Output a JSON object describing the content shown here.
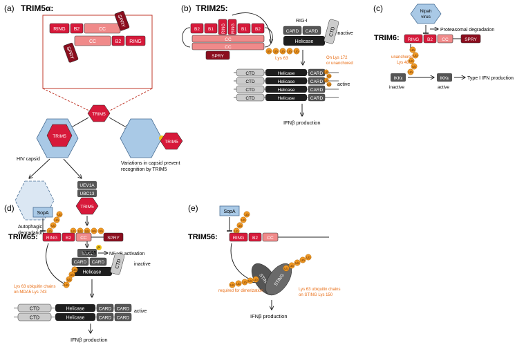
{
  "panels": {
    "a": {
      "letter": "(a)",
      "title": "TRIM5α:",
      "domains": [
        "RING",
        "B2",
        "CC",
        "SPRY"
      ],
      "trim5_label": "TRIM5",
      "hiv_capsid": "HIV capsid",
      "variations": "Variations in capsid prevent",
      "variations2": "recognition by TRIM5",
      "autophagic": "Autophagic",
      "degradation": "degradation",
      "uev1a": "UEV1A",
      "ubc13": "UBC13",
      "tak1": "TAK1",
      "p": "P",
      "nfkb": "NF-κB activation"
    },
    "b": {
      "letter": "(b)",
      "title": "TRIM25:",
      "domains": [
        "B2",
        "B1",
        "RING",
        "CC",
        "SPRY"
      ],
      "rigi": "RIG-I",
      "card": "CARD",
      "helicase": "Helicase",
      "ctd": "CTD",
      "inactive": "inactive",
      "active": "active",
      "lys63": "Lys 63",
      "lys172": "On Lys 172",
      "unanchored": "or unanchored",
      "ifnb": "IFNβ production"
    },
    "c": {
      "letter": "(c)",
      "title": "TRIM6:",
      "nipah1": "Nipah",
      "nipah2": "virus",
      "proteasomal": "Proteasomal degradation",
      "domains": [
        "RING",
        "B2",
        "CC",
        "SPRY"
      ],
      "unanchored": "unanchored",
      "lys48": "Lys 48",
      "ikke": "IKKε",
      "inactive": "inactive",
      "active": "active",
      "typei": "Type I IFN production"
    },
    "d": {
      "letter": "(d)",
      "title": "TRIM65:",
      "sopa": "SopA",
      "domains": [
        "RING",
        "B2",
        "CC",
        "SPRY"
      ],
      "mda5": "MDA5",
      "card": "CARD",
      "helicase": "Helicase",
      "ctd": "CTD",
      "inactive": "inactive",
      "active": "active",
      "lys63a": "Lys 63 ubiquitin chains",
      "lys63b": "on MDA5 Lys 743",
      "ifnb": "IFNβ production"
    },
    "e": {
      "letter": "(e)",
      "title": "TRIM56:",
      "sopa": "SopA",
      "domains": [
        "RING",
        "B2",
        "CC"
      ],
      "sting": "STING",
      "required": "required for dimerization",
      "lys63a": "Lys 63 ubiquitin chains",
      "lys63b": "on STING Lys 150",
      "ifnb": "IFNβ production"
    }
  },
  "ub": "Ub",
  "colors": {
    "ring": "#d7193a",
    "b2": "#d7193a",
    "cc": "#f08a8a",
    "spry": "#8b0e1e",
    "ub": "#f29a25",
    "dark": "#333333",
    "gray": "#777777",
    "light": "#cccccc",
    "capsid": "#a9c9e6",
    "orange_text": "#e86a10"
  }
}
